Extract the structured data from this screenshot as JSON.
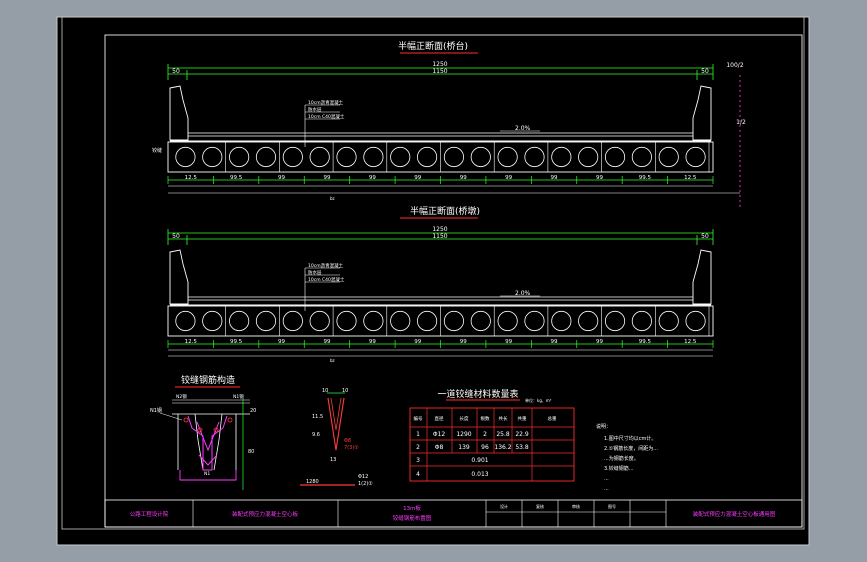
{
  "drawing": {
    "sections": [
      {
        "title": "半幅正断面(桥台)",
        "top_dim": "1250",
        "inner_dim": "1150",
        "left_dim": "50",
        "right_dim": "50",
        "slope": "2.0%",
        "side_label": "100/2",
        "side_frac": "1/2",
        "span_labels": [
          "12.5",
          "99.5",
          "99",
          "99",
          "99",
          "99",
          "99",
          "99",
          "99",
          "99",
          "99.5",
          "12.5"
        ],
        "bottom_label": "bz",
        "layer_notes": [
          "10cm沥青混凝土",
          "防水层",
          "10cm C40混凝土"
        ]
      },
      {
        "title": "半幅正断面(桥墩)",
        "top_dim": "1250",
        "inner_dim": "1150",
        "left_dim": "50",
        "right_dim": "50",
        "slope": "2.0%",
        "span_labels": [
          "12.5",
          "99.5",
          "99",
          "99",
          "99",
          "99",
          "99",
          "99",
          "99",
          "99",
          "99.5",
          "12.5"
        ],
        "bottom_label": "bz",
        "layer_notes": [
          "10cm沥青混凝土",
          "防水层",
          "10cm C40混凝土"
        ]
      }
    ],
    "detail1": {
      "title": "铰缝钢筋构造",
      "label_left": "N1钢",
      "label_top": "N2钢",
      "label_right": "N1钢",
      "dim_right_1": "20",
      "dim_right_2": "80",
      "bottom_note": "N1"
    },
    "detail2": {
      "labels": [
        "10",
        "10",
        "11.5",
        "9.6",
        "13"
      ],
      "note1": "Φ8",
      "note1b": "7(3)②",
      "bottom_dim": "1280",
      "bottom_note": "Φ12",
      "bottom_note_b": "1(2)①"
    },
    "table": {
      "title": "一道铰缝材料数量表",
      "unit": "单位：kg、m³",
      "headers": [
        "编号",
        "直径",
        "长度",
        "根数",
        "共长",
        "共重",
        "总重"
      ],
      "rows": [
        [
          "1",
          "Φ12",
          "1290",
          "2",
          "25.8",
          "22.9"
        ],
        [
          "2",
          "Φ8",
          "139",
          "96",
          "136.2",
          "53.8"
        ],
        [
          "3",
          "",
          "",
          "0.901",
          "",
          ""
        ],
        [
          "4",
          "",
          "",
          "0.013",
          "",
          ""
        ]
      ]
    },
    "notes": {
      "title": "说明：",
      "lines": [
        "1.图中尺寸均以cm计。",
        "2.①钢筋长度，间距为...",
        "   ...为钢筋长度。",
        "3.铰缝钢筋...",
        "   ...",
        "   ..."
      ]
    },
    "title_block": {
      "org": "公路工程设计院",
      "project": "装配式预应力混凝土空心板",
      "sheet": "13m板",
      "drawing_name": "铰缝钢筋布置图",
      "cells_top": [
        "设计",
        "复核",
        "审核",
        "图号"
      ],
      "cells_bottom": [
        "",
        "",
        "",
        ""
      ],
      "right_text": "装配式预应力混凝土空心板通用图"
    }
  }
}
